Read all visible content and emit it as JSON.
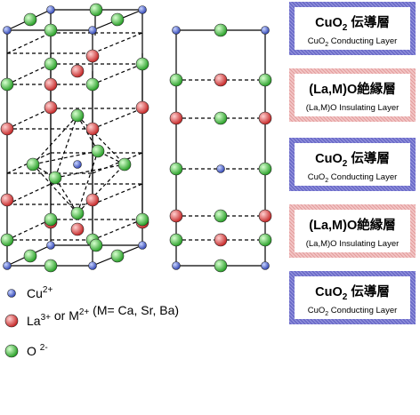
{
  "layers": [
    {
      "title_main": "CuO",
      "title_sub": "2",
      "title_rest": " 伝導層",
      "subtitle_main": "CuO",
      "subtitle_sub": "2",
      "subtitle_rest": " Conducting Layer",
      "kind": "conducting",
      "bg": "#ffffff",
      "border": "#3a3aa6"
    },
    {
      "title_main": "(La,M)O絶縁層",
      "title_sub": "",
      "title_rest": "",
      "subtitle_main": "(La,M)O Insulating Layer",
      "subtitle_sub": "",
      "subtitle_rest": "",
      "kind": "insulating",
      "bg": "#ffffff",
      "border": "#d9a3a3"
    },
    {
      "title_main": "CuO",
      "title_sub": "2",
      "title_rest": " 伝導層",
      "subtitle_main": "CuO",
      "subtitle_sub": "2",
      "subtitle_rest": " Conducting Layer",
      "kind": "conducting",
      "bg": "#ffffff",
      "border": "#3a3aa6"
    },
    {
      "title_main": "(La,M)O絶縁層",
      "title_sub": "",
      "title_rest": "",
      "subtitle_main": "(La,M)O Insulating Layer",
      "subtitle_sub": "",
      "subtitle_rest": "",
      "kind": "insulating",
      "bg": "#ffffff",
      "border": "#d9a3a3"
    },
    {
      "title_main": "CuO",
      "title_sub": "2",
      "title_rest": " 伝導層",
      "subtitle_main": "CuO",
      "subtitle_sub": "2",
      "subtitle_rest": " Conducting Layer",
      "kind": "conducting",
      "bg": "#ffffff",
      "border": "#3a3aa6"
    }
  ],
  "legend": [
    {
      "atom": "cu",
      "html": "Cu<sup>2+</sup>",
      "parts": [
        [
          "Cu",
          ""
        ],
        [
          "2+",
          "sup"
        ]
      ]
    },
    {
      "atom": "la",
      "parts": [
        [
          "La",
          ""
        ],
        [
          "3+",
          "sup"
        ],
        [
          "  or  M",
          ""
        ],
        [
          "2+",
          "sup"
        ],
        [
          "  (M= Ca, Sr, Ba)",
          ""
        ]
      ]
    },
    {
      "atom": "o",
      "parts": [
        [
          "O ",
          ""
        ],
        [
          "2-",
          "sup"
        ]
      ]
    }
  ],
  "atom_colors": {
    "cu": "#3c5ad6",
    "la": "#e03a3a",
    "o": "#3cbf3c"
  },
  "colors": {
    "conducting_border": "#3a3aa6",
    "insulating_border": "#d9a3a3",
    "line": "#000000"
  }
}
